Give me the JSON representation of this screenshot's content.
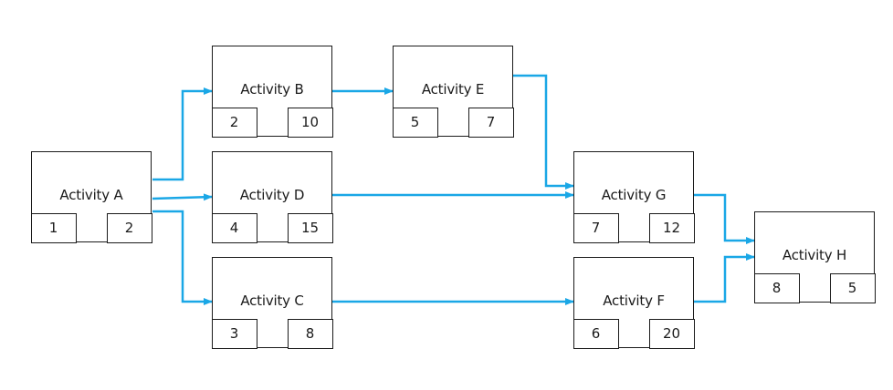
{
  "colors": {
    "arrow": "#1aa7e6",
    "border": "#1a1a1a"
  },
  "nodes": {
    "a": {
      "title": "Activity A",
      "left": "1",
      "right": "2"
    },
    "b": {
      "title": "Activity B",
      "left": "2",
      "right": "10"
    },
    "c": {
      "title": "Activity C",
      "left": "3",
      "right": "8"
    },
    "d": {
      "title": "Activity D",
      "left": "4",
      "right": "15"
    },
    "e": {
      "title": "Activity E",
      "left": "5",
      "right": "7"
    },
    "f": {
      "title": "Activity F",
      "left": "6",
      "right": "20"
    },
    "g": {
      "title": "Activity G",
      "left": "7",
      "right": "12"
    },
    "h": {
      "title": "Activity H",
      "left": "8",
      "right": "5"
    }
  },
  "edges": [
    {
      "from": "Activity A",
      "to": "Activity B"
    },
    {
      "from": "Activity A",
      "to": "Activity D"
    },
    {
      "from": "Activity A",
      "to": "Activity C"
    },
    {
      "from": "Activity B",
      "to": "Activity E"
    },
    {
      "from": "Activity E",
      "to": "Activity G"
    },
    {
      "from": "Activity D",
      "to": "Activity G"
    },
    {
      "from": "Activity C",
      "to": "Activity F"
    },
    {
      "from": "Activity G",
      "to": "Activity H"
    },
    {
      "from": "Activity F",
      "to": "Activity H"
    }
  ]
}
